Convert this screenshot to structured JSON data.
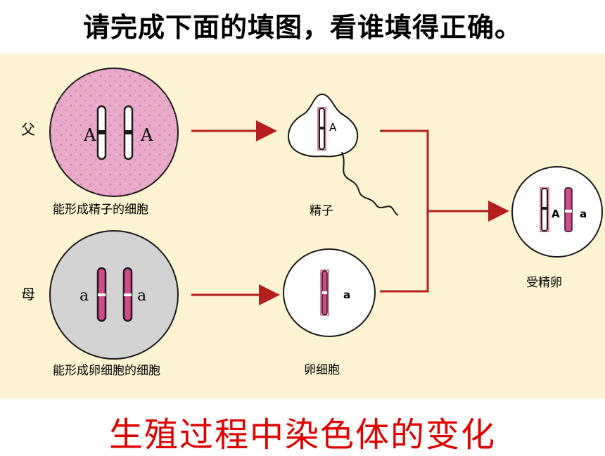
{
  "title": "请完成下面的填图，看谁填得正确。",
  "caption": "生殖过程中染色体的变化",
  "labels": {
    "father": "父",
    "mother": "母",
    "sperm_forming_cell": "能形成精子的细胞",
    "sperm": "精子",
    "egg_forming_cell": "能形成卵细胞的细胞",
    "egg": "卵细胞",
    "zygote": "受精卵"
  },
  "alleles": {
    "father_cell": [
      "A",
      "A"
    ],
    "mother_cell": [
      "a",
      "a"
    ],
    "sperm": "A",
    "egg": "a",
    "zygote": [
      "A",
      "a"
    ]
  },
  "colors": {
    "father_cell": "#e9a9c9",
    "mother_cell": "#d3d3d3",
    "arrow": "#b51e1e",
    "background": "#fbf3d2",
    "caption": "#e00000"
  }
}
